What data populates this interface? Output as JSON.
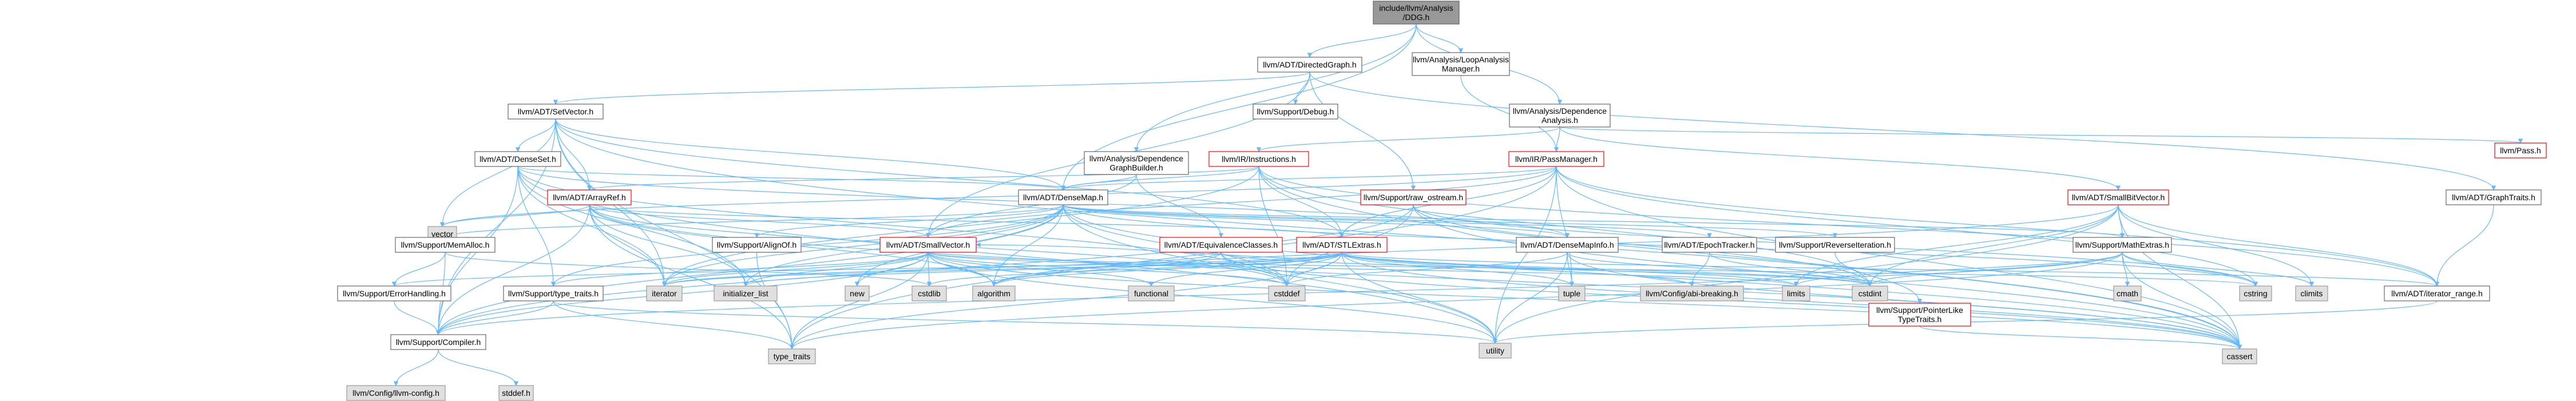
{
  "colors": {
    "root_fill": "#999999",
    "default_fill": "#ffffff",
    "default_border": "#666666",
    "red_border": "#ff0000",
    "leaf_fill": "#e0e0e0",
    "leaf_border": "#999999",
    "edge": "#63b8ff",
    "text": "#000000"
  },
  "nodes": [
    {
      "id": "root",
      "label": [
        "include/llvm/Analysis",
        "/DDG.h"
      ],
      "style": "root"
    },
    {
      "id": "directedgraph",
      "label": [
        "llvm/ADT/DirectedGraph.h"
      ],
      "style": "default"
    },
    {
      "id": "looppass",
      "label": [
        "llvm/Analysis/LoopAnalysis",
        "Manager.h"
      ],
      "style": "default"
    },
    {
      "id": "depanalysis",
      "label": [
        "llvm/Analysis/Dependence",
        "Analysis.h"
      ],
      "style": "default"
    },
    {
      "id": "setvector",
      "label": [
        "llvm/ADT/SetVector.h"
      ],
      "style": "default"
    },
    {
      "id": "debug",
      "label": [
        "llvm/Support/Debug.h"
      ],
      "style": "default"
    },
    {
      "id": "pass",
      "label": [
        "llvm/Pass.h"
      ],
      "style": "red"
    },
    {
      "id": "densesetnode",
      "label": [
        "llvm/ADT/DenseSet.h"
      ],
      "style": "default"
    },
    {
      "id": "depgraphbuilder",
      "label": [
        "llvm/Analysis/Dependence",
        "GraphBuilder.h"
      ],
      "style": "default"
    },
    {
      "id": "instructions",
      "label": [
        "llvm/IR/Instructions.h"
      ],
      "style": "red"
    },
    {
      "id": "passmanager",
      "label": [
        "llvm/IR/PassManager.h"
      ],
      "style": "red"
    },
    {
      "id": "graphtraits",
      "label": [
        "llvm/ADT/GraphTraits.h"
      ],
      "style": "default"
    },
    {
      "id": "arrayref",
      "label": [
        "llvm/ADT/ArrayRef.h"
      ],
      "style": "red"
    },
    {
      "id": "densemap",
      "label": [
        "llvm/ADT/DenseMap.h"
      ],
      "style": "default"
    },
    {
      "id": "rawostream",
      "label": [
        "llvm/Support/raw_ostream.h"
      ],
      "style": "red"
    },
    {
      "id": "smallbitvector",
      "label": [
        "llvm/ADT/SmallBitVector.h"
      ],
      "style": "red"
    },
    {
      "id": "vector",
      "label": [
        "vector"
      ],
      "style": "leaf"
    },
    {
      "id": "memalloc",
      "label": [
        "llvm/Support/MemAlloc.h"
      ],
      "style": "default"
    },
    {
      "id": "alignof",
      "label": [
        "llvm/Support/AlignOf.h"
      ],
      "style": "default"
    },
    {
      "id": "smallvector",
      "label": [
        "llvm/ADT/SmallVector.h"
      ],
      "style": "red"
    },
    {
      "id": "equivclasses",
      "label": [
        "llvm/ADT/EquivalenceClasses.h"
      ],
      "style": "red"
    },
    {
      "id": "stlextras",
      "label": [
        "llvm/ADT/STLExtras.h"
      ],
      "style": "red"
    },
    {
      "id": "densemapinfo",
      "label": [
        "llvm/ADT/DenseMapInfo.h"
      ],
      "style": "default"
    },
    {
      "id": "epochtracker",
      "label": [
        "llvm/ADT/EpochTracker.h"
      ],
      "style": "default"
    },
    {
      "id": "reverseiter",
      "label": [
        "llvm/Support/ReverseIteration.h"
      ],
      "style": "default"
    },
    {
      "id": "mathextras",
      "label": [
        "llvm/Support/MathExtras.h"
      ],
      "style": "default"
    },
    {
      "id": "errorhandling",
      "label": [
        "llvm/Support/ErrorHandling.h"
      ],
      "style": "default"
    },
    {
      "id": "typetraits",
      "label": [
        "llvm/Support/type_traits.h"
      ],
      "style": "default"
    },
    {
      "id": "iterator",
      "label": [
        "iterator"
      ],
      "style": "leaf"
    },
    {
      "id": "initlist",
      "label": [
        "initializer_list"
      ],
      "style": "leaf"
    },
    {
      "id": "new",
      "label": [
        "new"
      ],
      "style": "leaf"
    },
    {
      "id": "cstdlib",
      "label": [
        "cstdlib"
      ],
      "style": "leaf"
    },
    {
      "id": "algorithm",
      "label": [
        "algorithm"
      ],
      "style": "leaf"
    },
    {
      "id": "functional",
      "label": [
        "functional"
      ],
      "style": "leaf"
    },
    {
      "id": "cstddef",
      "label": [
        "cstddef"
      ],
      "style": "leaf"
    },
    {
      "id": "tuple",
      "label": [
        "tuple"
      ],
      "style": "leaf"
    },
    {
      "id": "configabi",
      "label": [
        "llvm/Config/abi-breaking.h"
      ],
      "style": "leaf"
    },
    {
      "id": "limits",
      "label": [
        "limits"
      ],
      "style": "leaf"
    },
    {
      "id": "cstdint",
      "label": [
        "cstdint"
      ],
      "style": "leaf"
    },
    {
      "id": "pointerlike",
      "label": [
        "llvm/Support/PointerLike",
        "TypeTraits.h"
      ],
      "style": "red"
    },
    {
      "id": "cmath",
      "label": [
        "cmath"
      ],
      "style": "leaf"
    },
    {
      "id": "cstring",
      "label": [
        "cstring"
      ],
      "style": "leaf"
    },
    {
      "id": "climits",
      "label": [
        "climits"
      ],
      "style": "leaf"
    },
    {
      "id": "iterrange",
      "label": [
        "llvm/ADT/iterator_range.h"
      ],
      "style": "default"
    },
    {
      "id": "compiler",
      "label": [
        "llvm/Support/Compiler.h"
      ],
      "style": "default"
    },
    {
      "id": "utility",
      "label": [
        "utility"
      ],
      "style": "leaf"
    },
    {
      "id": "typetraitsstd",
      "label": [
        "type_traits"
      ],
      "style": "leaf"
    },
    {
      "id": "cassert",
      "label": [
        "cassert"
      ],
      "style": "leaf"
    },
    {
      "id": "llvmconfig",
      "label": [
        "llvm/Config/llvm-config.h"
      ],
      "style": "leaf"
    },
    {
      "id": "stddef",
      "label": [
        "stddef.h"
      ],
      "style": "leaf"
    }
  ],
  "edges": [
    [
      "root",
      "directedgraph"
    ],
    [
      "root",
      "looppass"
    ],
    [
      "root",
      "depanalysis"
    ],
    [
      "root",
      "depgraphbuilder"
    ],
    [
      "root",
      "densemap"
    ],
    [
      "directedgraph",
      "setvector"
    ],
    [
      "directedgraph",
      "debug"
    ],
    [
      "directedgraph",
      "graphtraits"
    ],
    [
      "directedgraph",
      "rawostream"
    ],
    [
      "directedgraph",
      "smallvector"
    ],
    [
      "looppass",
      "passmanager"
    ],
    [
      "depanalysis",
      "instructions"
    ],
    [
      "depanalysis",
      "passmanager"
    ],
    [
      "depanalysis",
      "pass"
    ],
    [
      "depanalysis",
      "smallbitvector"
    ],
    [
      "setvector",
      "densesetnode"
    ],
    [
      "setvector",
      "arrayref"
    ],
    [
      "setvector",
      "densemap"
    ],
    [
      "setvector",
      "stlextras"
    ],
    [
      "setvector",
      "compiler"
    ],
    [
      "setvector",
      "vector"
    ],
    [
      "setvector",
      "cassert"
    ],
    [
      "setvector",
      "iterator"
    ],
    [
      "setvector",
      "typetraitsstd"
    ],
    [
      "densesetnode",
      "densemap"
    ],
    [
      "densesetnode",
      "densemapinfo"
    ],
    [
      "densesetnode",
      "iterator"
    ],
    [
      "densesetnode",
      "initlist"
    ],
    [
      "densesetnode",
      "compiler"
    ],
    [
      "densesetnode",
      "typetraits"
    ],
    [
      "densesetnode",
      "cstddef"
    ],
    [
      "densesetnode",
      "utility"
    ],
    [
      "depgraphbuilder",
      "densemap"
    ],
    [
      "depgraphbuilder",
      "equivclasses"
    ],
    [
      "depgraphbuilder",
      "smallvector"
    ],
    [
      "instructions",
      "densemap"
    ],
    [
      "instructions",
      "stlextras"
    ],
    [
      "instructions",
      "arrayref"
    ],
    [
      "instructions",
      "iterator"
    ],
    [
      "instructions",
      "cstddef"
    ],
    [
      "instructions",
      "cstdint"
    ],
    [
      "instructions",
      "iterrange"
    ],
    [
      "instructions",
      "cassert"
    ],
    [
      "passmanager",
      "densemap"
    ],
    [
      "passmanager",
      "stlextras"
    ],
    [
      "passmanager",
      "smallvector"
    ],
    [
      "passmanager",
      "tuple"
    ],
    [
      "passmanager",
      "cassert"
    ],
    [
      "passmanager",
      "cstring"
    ],
    [
      "passmanager",
      "typetraitsstd"
    ],
    [
      "passmanager",
      "utility"
    ],
    [
      "passmanager",
      "vector"
    ],
    [
      "passmanager",
      "iterrange"
    ],
    [
      "graphtraits",
      "iterrange"
    ],
    [
      "arrayref",
      "smallvector"
    ],
    [
      "arrayref",
      "stlextras"
    ],
    [
      "arrayref",
      "compiler"
    ],
    [
      "arrayref",
      "algorithm"
    ],
    [
      "arrayref",
      "vector"
    ],
    [
      "arrayref",
      "iterator"
    ],
    [
      "arrayref",
      "initlist"
    ],
    [
      "arrayref",
      "cassert"
    ],
    [
      "arrayref",
      "cstddef"
    ],
    [
      "arrayref",
      "typetraitsstd"
    ],
    [
      "densemap",
      "densemapinfo"
    ],
    [
      "densemap",
      "epochtracker"
    ],
    [
      "densemap",
      "alignof"
    ],
    [
      "densemap",
      "compiler"
    ],
    [
      "densemap",
      "mathextras"
    ],
    [
      "densemap",
      "memalloc"
    ],
    [
      "densemap",
      "reverseiter"
    ],
    [
      "densemap",
      "typetraits"
    ],
    [
      "densemap",
      "algorithm"
    ],
    [
      "densemap",
      "cassert"
    ],
    [
      "densemap",
      "cstddef"
    ],
    [
      "densemap",
      "cstring"
    ],
    [
      "densemap",
      "initlist"
    ],
    [
      "densemap",
      "iterator"
    ],
    [
      "densemap",
      "new"
    ],
    [
      "densemap",
      "utility"
    ],
    [
      "rawostream",
      "compiler"
    ],
    [
      "rawostream",
      "cassert"
    ],
    [
      "rawostream",
      "cstddef"
    ],
    [
      "rawostream",
      "cstdint"
    ],
    [
      "rawostream",
      "cstring"
    ],
    [
      "smallbitvector",
      "mathextras"
    ],
    [
      "smallbitvector",
      "iterrange"
    ],
    [
      "smallbitvector",
      "algorithm"
    ],
    [
      "smallbitvector",
      "cassert"
    ],
    [
      "smallbitvector",
      "climits"
    ],
    [
      "smallbitvector",
      "cstdint"
    ],
    [
      "smallbitvector",
      "limits"
    ],
    [
      "smallbitvector",
      "utility"
    ],
    [
      "memalloc",
      "compiler"
    ],
    [
      "memalloc",
      "errorhandling"
    ],
    [
      "memalloc",
      "cstdlib"
    ],
    [
      "alignof",
      "typetraitsstd"
    ],
    [
      "smallvector",
      "compiler"
    ],
    [
      "smallvector",
      "typetraits"
    ],
    [
      "smallvector",
      "algorithm"
    ],
    [
      "smallvector",
      "cassert"
    ],
    [
      "smallvector",
      "cstddef"
    ],
    [
      "smallvector",
      "cstdlib"
    ],
    [
      "smallvector",
      "cstring"
    ],
    [
      "smallvector",
      "functional"
    ],
    [
      "smallvector",
      "initlist"
    ],
    [
      "smallvector",
      "iterator"
    ],
    [
      "smallvector",
      "limits"
    ],
    [
      "smallvector",
      "new"
    ],
    [
      "smallvector",
      "typetraitsstd"
    ],
    [
      "smallvector",
      "utility"
    ],
    [
      "equivclasses",
      "algorithm"
    ],
    [
      "equivclasses",
      "cassert"
    ],
    [
      "equivclasses",
      "cstddef"
    ],
    [
      "equivclasses",
      "cstdint"
    ],
    [
      "equivclasses",
      "iterator"
    ],
    [
      "stlextras",
      "smallvector"
    ],
    [
      "stlextras",
      "iterrange"
    ],
    [
      "stlextras",
      "configabi"
    ],
    [
      "stlextras",
      "errorhandling"
    ],
    [
      "stlextras",
      "algorithm"
    ],
    [
      "stlextras",
      "cassert"
    ],
    [
      "stlextras",
      "cstddef"
    ],
    [
      "stlextras",
      "cstdint"
    ],
    [
      "stlextras",
      "cstdlib"
    ],
    [
      "stlextras",
      "functional"
    ],
    [
      "stlextras",
      "initlist"
    ],
    [
      "stlextras",
      "iterator"
    ],
    [
      "stlextras",
      "limits"
    ],
    [
      "stlextras",
      "tuple"
    ],
    [
      "stlextras",
      "typetraitsstd"
    ],
    [
      "stlextras",
      "utility"
    ],
    [
      "densemapinfo",
      "cassert"
    ],
    [
      "densemapinfo",
      "cstddef"
    ],
    [
      "densemapinfo",
      "cstdint"
    ],
    [
      "densemapinfo",
      "tuple"
    ],
    [
      "densemapinfo",
      "utility"
    ],
    [
      "epochtracker",
      "configabi"
    ],
    [
      "epochtracker",
      "cstdint"
    ],
    [
      "reverseiter",
      "pointerlike"
    ],
    [
      "mathextras",
      "compiler"
    ],
    [
      "mathextras",
      "cassert"
    ],
    [
      "mathextras",
      "climits"
    ],
    [
      "mathextras",
      "cmath"
    ],
    [
      "mathextras",
      "cstdint"
    ],
    [
      "mathextras",
      "cstring"
    ],
    [
      "mathextras",
      "limits"
    ],
    [
      "mathextras",
      "typetraitsstd"
    ],
    [
      "errorhandling",
      "compiler"
    ],
    [
      "typetraits",
      "compiler"
    ],
    [
      "typetraits",
      "typetraitsstd"
    ],
    [
      "typetraits",
      "utility"
    ],
    [
      "pointerlike",
      "cassert"
    ],
    [
      "iterrange",
      "utility"
    ],
    [
      "compiler",
      "llvmconfig"
    ],
    [
      "compiler",
      "stddef"
    ]
  ]
}
